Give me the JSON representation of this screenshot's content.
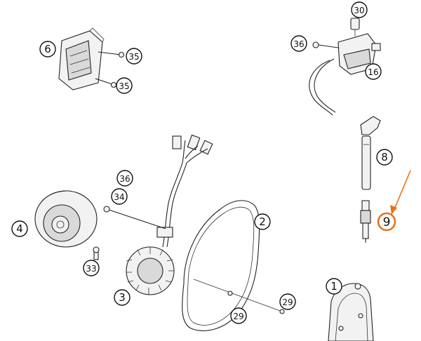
{
  "diagram": {
    "callouts": [
      {
        "id": "c6",
        "label": "6",
        "style": "plain"
      },
      {
        "id": "c35a",
        "label": "35",
        "style": "plain"
      },
      {
        "id": "c35b",
        "label": "35",
        "style": "plain"
      },
      {
        "id": "c30",
        "label": "30",
        "style": "plain"
      },
      {
        "id": "c36a",
        "label": "36",
        "style": "plain"
      },
      {
        "id": "c16",
        "label": "16",
        "style": "plain"
      },
      {
        "id": "c8",
        "label": "8",
        "style": "plain"
      },
      {
        "id": "c36b",
        "label": "36",
        "style": "plain"
      },
      {
        "id": "c34",
        "label": "34",
        "style": "plain"
      },
      {
        "id": "c2",
        "label": "2",
        "style": "plain"
      },
      {
        "id": "c4",
        "label": "4",
        "style": "plain"
      },
      {
        "id": "c9",
        "label": "9",
        "style": "highlight"
      },
      {
        "id": "c33",
        "label": "33",
        "style": "plain"
      },
      {
        "id": "c3",
        "label": "3",
        "style": "plain"
      },
      {
        "id": "c1",
        "label": "1",
        "style": "plain"
      },
      {
        "id": "c29a",
        "label": "29",
        "style": "plain"
      },
      {
        "id": "c29b",
        "label": "29",
        "style": "plain"
      }
    ],
    "colors": {
      "line": "#222222",
      "highlight": "#e8731a",
      "fill": "#f2f2f2"
    }
  }
}
